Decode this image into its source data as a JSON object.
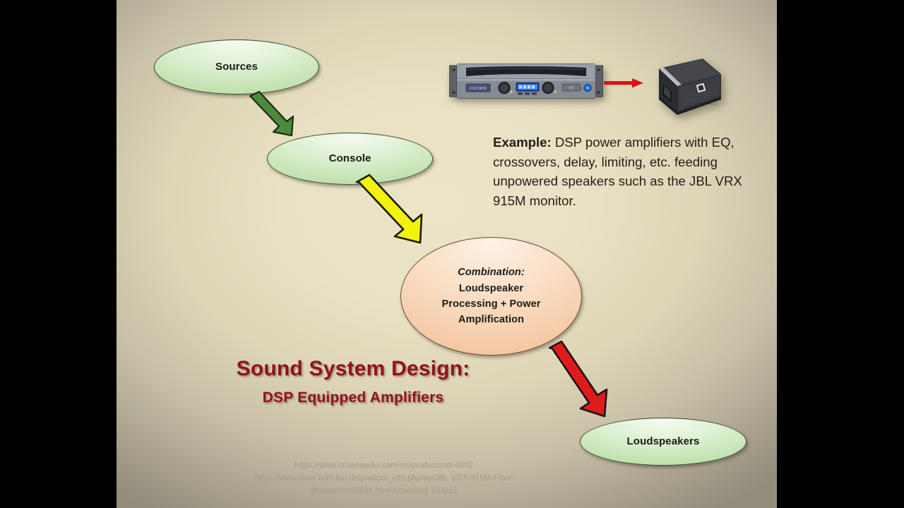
{
  "slide": {
    "title_main": "Sound System Design:",
    "title_sub": "DSP Equipped Amplifiers",
    "background_color": "#e9e1c3",
    "letterbox_color": "#000000"
  },
  "flow": {
    "nodes": [
      {
        "id": "sources",
        "label": "Sources",
        "fill": "#b4daa0"
      },
      {
        "id": "console",
        "label": "Console",
        "fill": "#b4daa0"
      },
      {
        "id": "combination",
        "label_line1": "Combination:",
        "label_line2": "Loudspeaker",
        "label_line3": "Processing + Power",
        "label_line4": "Amplification",
        "fill": "#f0b98c"
      },
      {
        "id": "loudspeakers",
        "label": "Loudspeakers",
        "fill": "#b4daa0"
      }
    ],
    "arrows": [
      {
        "id": "sources-to-console",
        "color": "#4a8a3c",
        "from": "sources",
        "to": "console"
      },
      {
        "id": "console-to-combination",
        "color": "#f2f20a",
        "from": "console",
        "to": "combination"
      },
      {
        "id": "combination-to-loudspeakers",
        "color": "#e01b1b",
        "from": "combination",
        "to": "loudspeakers"
      },
      {
        "id": "amplifier-to-speaker",
        "color": "#d81414",
        "from": "amplifier",
        "to": "speaker"
      }
    ]
  },
  "example": {
    "lead": "Example:",
    "body": " DSP power amplifiers with EQ, crossovers, delay, limiting, etc. feeding unpowered speakers such as the JBL VRX 915M monitor."
  },
  "images": {
    "amplifier": "crown-xti-4002-power-amplifier",
    "speaker": "jbl-vrx-915m-floor-monitor"
  },
  "citation": {
    "line1": "https://www.crownaudio.com/en/products/xti-4002.",
    "line2": "https://www.huss-licht-ton.de/product_info.php/en/JBL-VRX-915M-Floor-",
    "line3": "Monitor/info/5631.html Accessed 1/18/19."
  }
}
